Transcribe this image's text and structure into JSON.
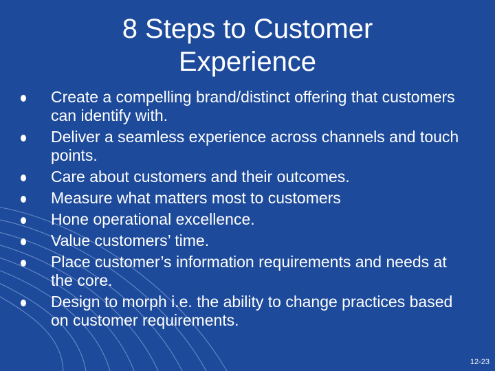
{
  "slide": {
    "title_line1": "8 Steps to Customer",
    "title_line2": "Experience",
    "bullets": [
      "Create a compelling brand/distinct offering that customers can identify with.",
      "Deliver a seamless experience across channels and touch points.",
      "Care about customers and their outcomes.",
      "Measure what matters most to customers",
      "Hone operational excellence.",
      "Value customers’ time.",
      "Place customer’s information requirements and needs at the core.",
      "Design to morph i.e. the ability to change practices based on customer requirements."
    ],
    "page_number": "12-23"
  },
  "colors": {
    "background": "#1d4a9a",
    "text": "#ffffff",
    "decor_lines": "#6e8fcc"
  },
  "icons": {
    "bullet": "bullet-dot-icon"
  }
}
